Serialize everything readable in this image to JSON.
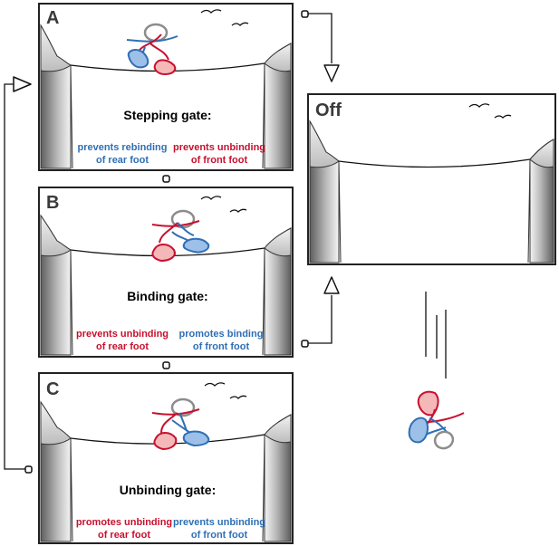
{
  "panels": {
    "a": {
      "letter": "A",
      "gate_title": "Stepping gate:",
      "left_line1": "prevents rebinding",
      "left_line2": "of rear foot",
      "right_line1": "prevents unbinding",
      "right_line2": "of front foot"
    },
    "b": {
      "letter": "B",
      "gate_title": "Binding gate:",
      "left_line1": "prevents unbinding",
      "left_line2": "of rear foot",
      "right_line1": "promotes binding",
      "right_line2": "of front foot"
    },
    "c": {
      "letter": "C",
      "gate_title": "Unbinding gate:",
      "left_line1": "promotes unbinding",
      "left_line2": "of rear foot",
      "right_line1": "prevents unbinding",
      "right_line2": "of front foot"
    },
    "off": {
      "label": "Off"
    }
  },
  "colors": {
    "blue": "#2f6fb5",
    "red": "#c8102e",
    "gray_head": "#9a9a9a",
    "cliff_dark": "#6b6b6b"
  }
}
